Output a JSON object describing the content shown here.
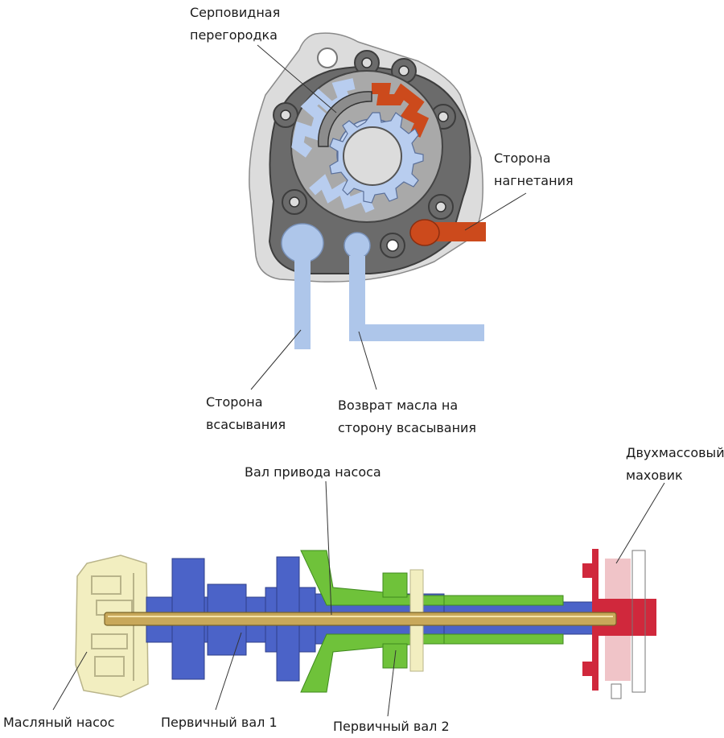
{
  "labels": {
    "crescent": [
      "Серповидная",
      "перегородка"
    ],
    "pressure_side": [
      "Сторона",
      "нагнетания"
    ],
    "suction_side": [
      "Сторона",
      "всасывания"
    ],
    "oil_return": [
      "Возврат масла на",
      "сторону всасывания"
    ],
    "pump_drive_shaft": "Вал привода насоса",
    "dual_mass_flywheel": [
      "Двухмассовый",
      "маховик"
    ],
    "oil_pump": "Масляный насос",
    "input_shaft_1": "Первичный вал 1",
    "input_shaft_2": "Первичный вал 2"
  },
  "colors": {
    "housing": "#d4d4d4",
    "plate": "#6b6b6b",
    "suction_blue": "#aec6ea",
    "pressure_red": "#cc4a1c",
    "inner_gear": "#b8cdef",
    "shaft_blue": "#4b63c8",
    "shaft_green": "#6fc23a",
    "flywheel_red": "#d0283c",
    "gold": "#c8a85a",
    "pump_yellow": "#f2eec0"
  }
}
